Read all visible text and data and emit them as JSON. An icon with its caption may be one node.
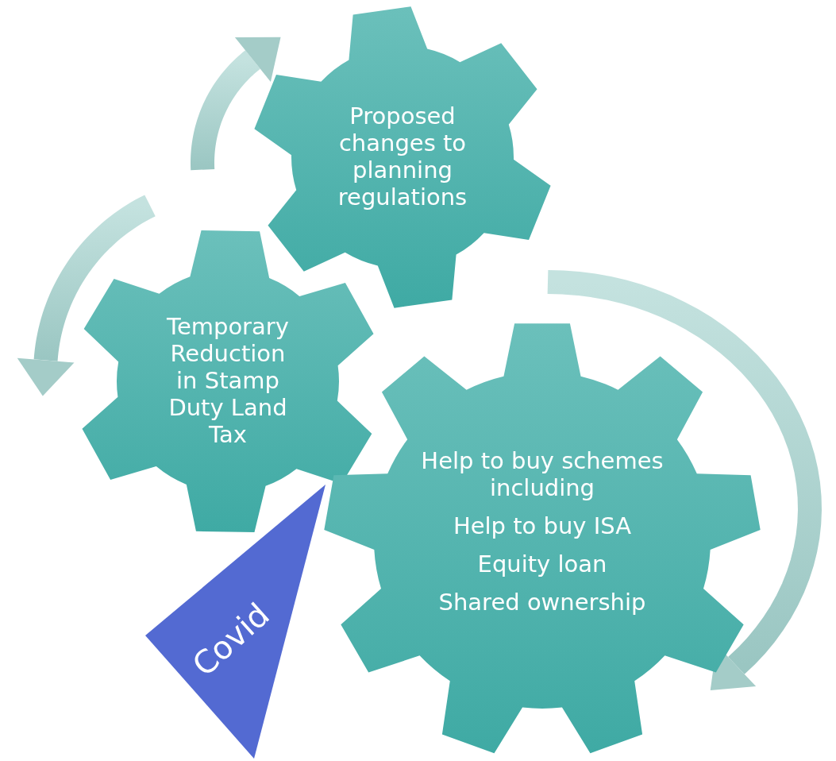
{
  "diagram": {
    "nodes": [
      {
        "text": [
          "Proposed changes to planning regulations"
        ]
      },
      {
        "text": [
          "Temporary Reduction in Stamp Duty Land Tax"
        ]
      },
      {
        "text": [
          "Help to buy schemes including",
          "Help to buy ISA",
          "Equity loan",
          "Shared ownership"
        ]
      },
      {
        "text": [
          "Covid"
        ]
      }
    ]
  }
}
